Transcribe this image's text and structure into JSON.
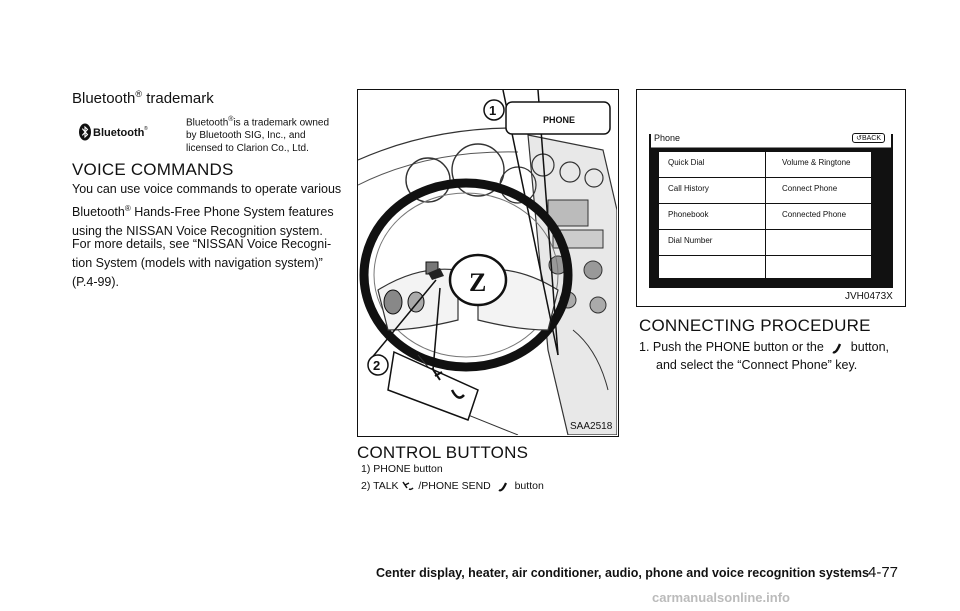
{
  "bluetooth": {
    "heading_word": "Bluetooth",
    "heading_reg": "®",
    "heading_rest": " trademark",
    "logo_text": "Bluetooth",
    "logo_reg": "®",
    "note_word": "Bluetooth",
    "note_reg": "®",
    "note_rest": "is a trademark owned by Bluetooth SIG, Inc., and licensed to Clarion Co., Ltd."
  },
  "voice": {
    "heading": "VOICE COMMANDS",
    "p1_a": "You can use voice commands to operate various Bluetooth",
    "p1_reg": "®",
    "p1_b": " Hands-Free Phone System features using the NISSAN Voice Recognition system.",
    "p2": "For more details, see “NISSAN Voice Recogni-tion System (models with navigation system)” (P.4-99)."
  },
  "figure1": {
    "callout1": "1",
    "callout2": "2",
    "phone_label": "PHONE",
    "code": "SAA2518"
  },
  "control": {
    "heading": "CONTROL BUTTONS",
    "item1": "1)  PHONE button",
    "item2_a": "2)  TALK",
    "item2_b": "/PHONE SEND",
    "item2_c": "button"
  },
  "figure2": {
    "screen_title": "Phone",
    "back_label": "BACK",
    "menu_left": [
      "Quick Dial",
      "Call History",
      "Phonebook",
      "Dial Number"
    ],
    "menu_right": [
      "Volume & Ringtone",
      "Connect Phone",
      "Connected Phone",
      ""
    ],
    "code": "JVH0473X"
  },
  "connecting": {
    "heading": "CONNECTING PROCEDURE",
    "step_a": "1.  Push the PHONE button or the",
    "step_b": "button,",
    "step_c": "and select the “Connect Phone” key."
  },
  "footer": {
    "section": "Center display, heater, air conditioner, audio, phone and voice recognition systems",
    "page": "4-77",
    "watermark": "carmanualsonline.info"
  }
}
